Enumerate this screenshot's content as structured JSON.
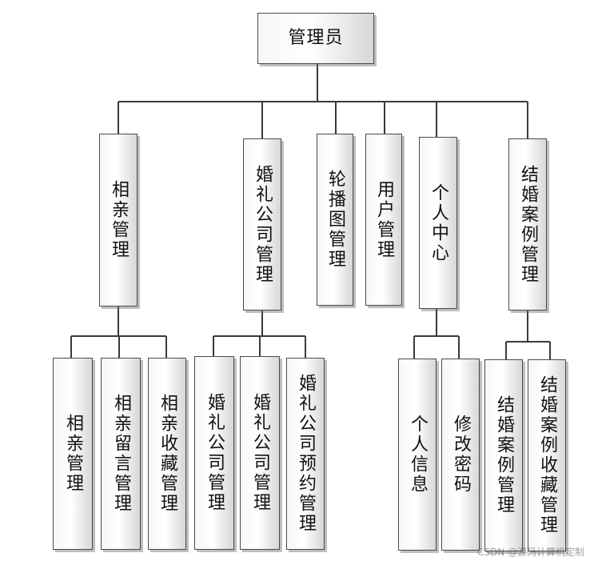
{
  "root": {
    "label": "管理员"
  },
  "modules": [
    {
      "label": "相亲管理",
      "children": [
        "相亲管理",
        "相亲留言管理",
        "相亲收藏管理"
      ]
    },
    {
      "label": "婚礼公司管理",
      "children": [
        "婚礼公司管理",
        "婚礼公司管理",
        "婚礼公司预约管理"
      ]
    },
    {
      "label": "轮播图管理",
      "children": []
    },
    {
      "label": "用户管理",
      "children": []
    },
    {
      "label": "个人中心",
      "children": [
        "个人信息",
        "修改密码"
      ]
    },
    {
      "label": "结婚案例管理",
      "children": [
        "结婚案例管理",
        "结婚案例收藏管理"
      ]
    }
  ],
  "watermark": "CSDN @源码计算机定制"
}
